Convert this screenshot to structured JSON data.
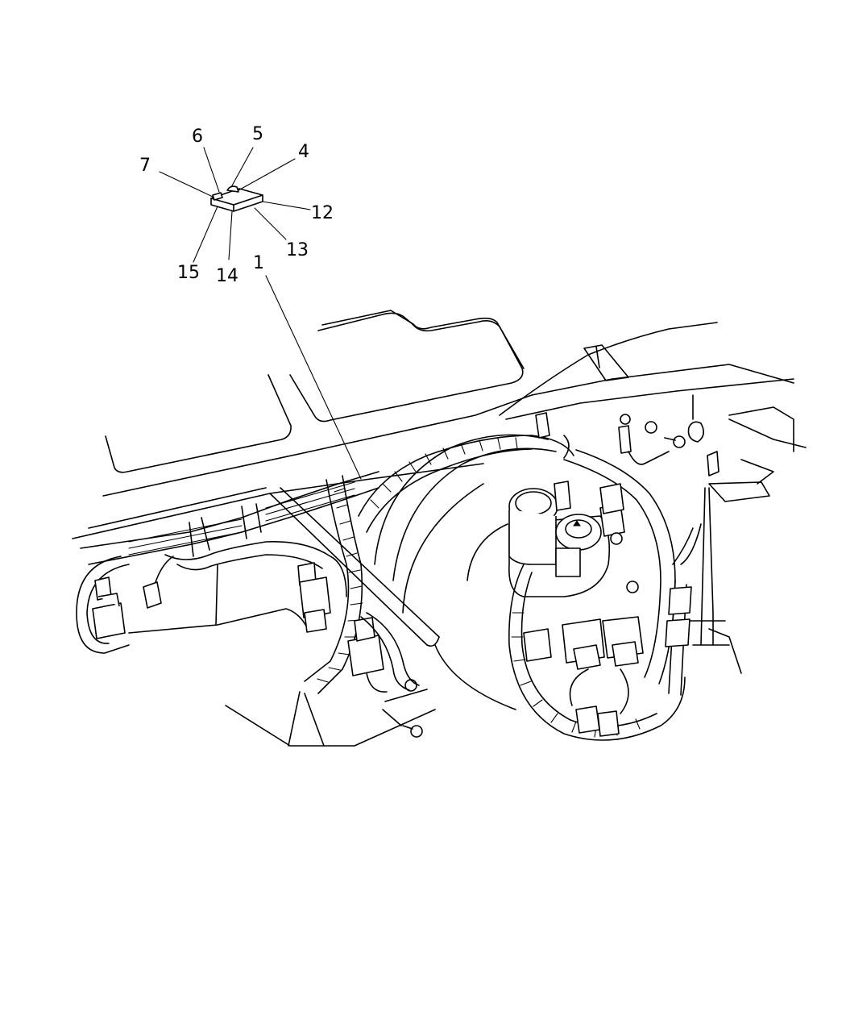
{
  "callouts": [
    {
      "id": "c6",
      "label": "6"
    },
    {
      "id": "c5",
      "label": "5"
    },
    {
      "id": "c4",
      "label": "4"
    },
    {
      "id": "c7",
      "label": "7"
    },
    {
      "id": "c12",
      "label": "12"
    },
    {
      "id": "c13",
      "label": "13"
    },
    {
      "id": "c15",
      "label": "15"
    },
    {
      "id": "c14",
      "label": "14"
    },
    {
      "id": "c1",
      "label": "1"
    }
  ],
  "colors": {
    "line": "#000000",
    "background": "#ffffff"
  }
}
